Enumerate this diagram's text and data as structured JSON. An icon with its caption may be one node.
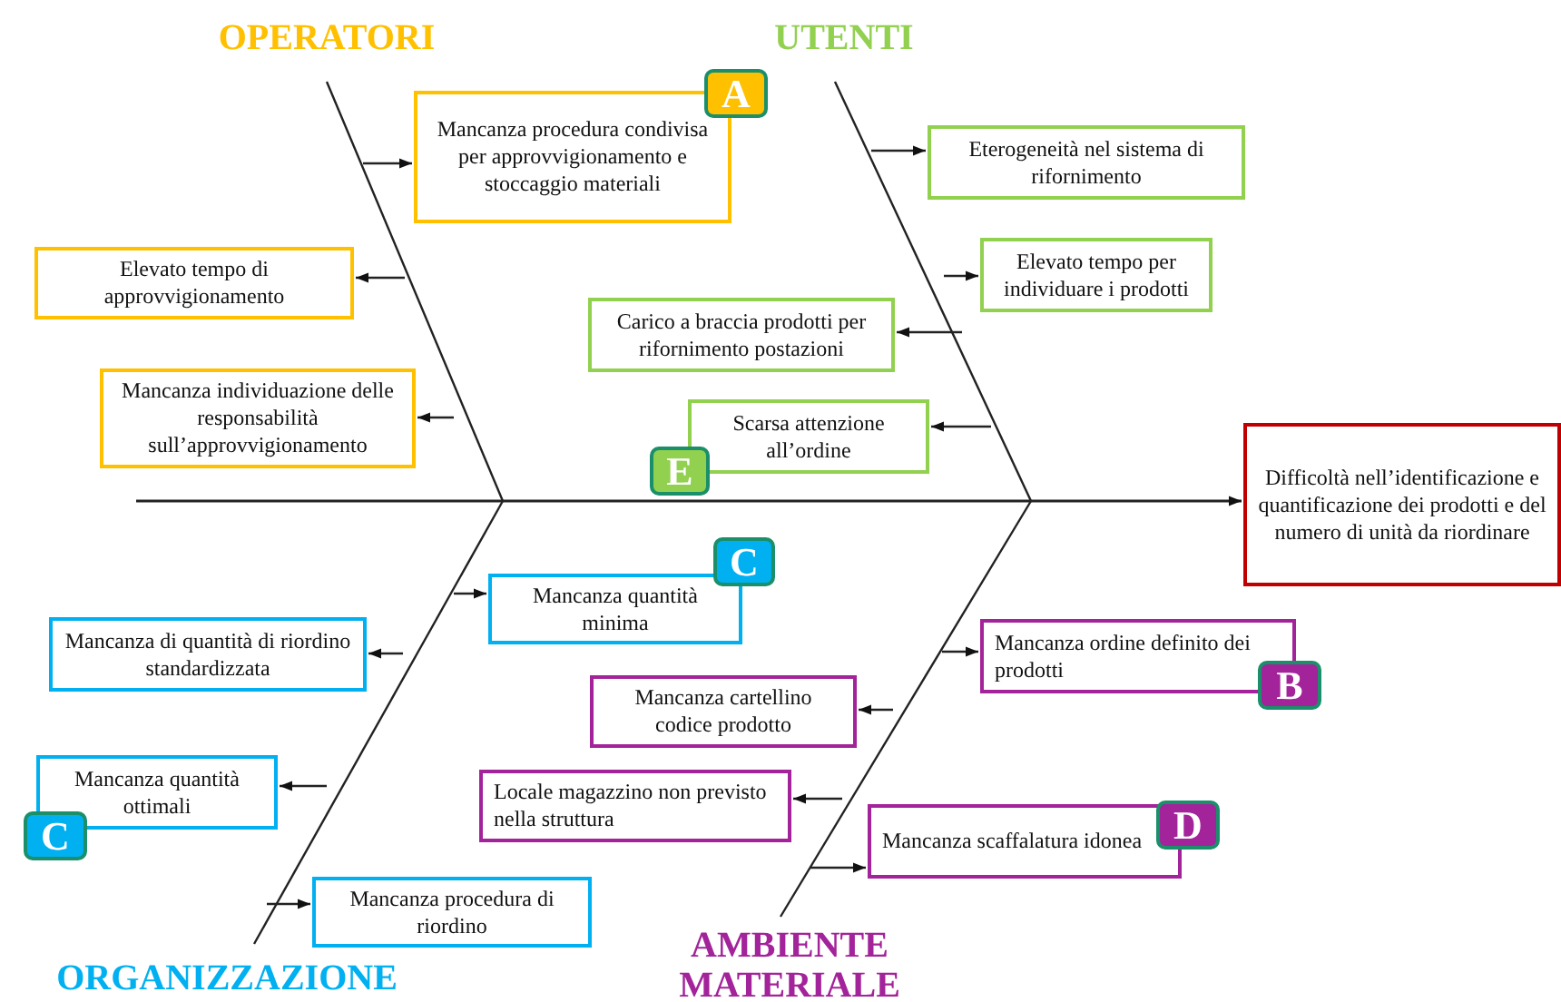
{
  "diagram": {
    "nodes": [
      {
        "text": [
          "Mancanza procedura condivisa per approvvigionamento e stoccaggio materiali"
        ]
      },
      {
        "text": [
          "A"
        ]
      },
      {
        "text": [
          "Elevato tempo di approvvigionamento"
        ]
      },
      {
        "text": [
          "Mancanza individuazione delle responsabilità sull’approvvigionamento"
        ]
      },
      {
        "text": [
          "Eterogeneità nel sistema di rifornimento"
        ]
      },
      {
        "text": [
          "Elevato tempo per individuare i prodotti"
        ]
      },
      {
        "text": [
          "Carico a braccia prodotti per rifornimento postazioni"
        ]
      },
      {
        "text": [
          "Scarsa attenzione all’ordine"
        ]
      },
      {
        "text": [
          "E"
        ]
      },
      {
        "text": [
          "Difficoltà nell’identificazione e quantificazione dei prodotti e del numero di unità da riordinare"
        ]
      },
      {
        "text": [
          "Mancanza quantità minima"
        ]
      },
      {
        "text": [
          "C"
        ]
      },
      {
        "text": [
          "Mancanza di quantità di riordino standardizzata"
        ]
      },
      {
        "text": [
          "Mancanza quantità ottimali"
        ]
      },
      {
        "text": [
          "C"
        ]
      },
      {
        "text": [
          "Mancanza procedura di riordino"
        ]
      },
      {
        "text": [
          "Mancanza ordine definito dei prodotti"
        ]
      },
      {
        "text": [
          "B"
        ]
      },
      {
        "text": [
          "Mancanza cartellino codice prodotto"
        ]
      },
      {
        "text": [
          "Locale magazzino non previsto nella struttura"
        ]
      },
      {
        "text": [
          "Mancanza scaffalatura idonea"
        ]
      },
      {
        "text": [
          "D"
        ]
      }
    ],
    "edges": [
      {
        "from": null,
        "to": 0,
        "arrow": "to"
      },
      {
        "from": null,
        "to": 2,
        "arrow": "to"
      },
      {
        "from": null,
        "to": 3,
        "arrow": "to"
      },
      {
        "from": null,
        "to": 4,
        "arrow": "to"
      },
      {
        "from": null,
        "to": 5,
        "arrow": "to"
      },
      {
        "from": null,
        "to": 6,
        "arrow": "to"
      },
      {
        "from": null,
        "to": 7,
        "arrow": "to"
      },
      {
        "from": null,
        "to": 9,
        "arrow": "to"
      },
      {
        "from": null,
        "to": 10,
        "arrow": "to"
      },
      {
        "from": null,
        "to": 12,
        "arrow": "to"
      },
      {
        "from": null,
        "to": 13,
        "arrow": "to"
      },
      {
        "from": null,
        "to": 15,
        "arrow": "to"
      },
      {
        "from": null,
        "to": 16,
        "arrow": "to"
      },
      {
        "from": null,
        "to": 18,
        "arrow": "to"
      },
      {
        "from": null,
        "to": 19,
        "arrow": "to"
      },
      {
        "from": null,
        "to": 20,
        "arrow": "to"
      }
    ],
    "labels": [
      "OPERATORI",
      "UTENTI",
      "ORGANIZZAZIONE",
      "AMBIENTE MATERIALE"
    ]
  }
}
